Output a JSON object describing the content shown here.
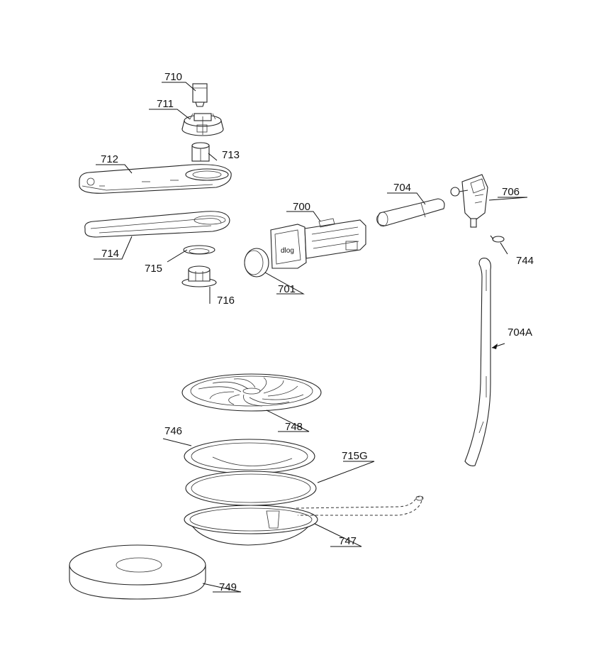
{
  "labels": {
    "p710": "710",
    "p711": "711",
    "p712": "712",
    "p713": "713",
    "p714": "714",
    "p715": "715",
    "p716": "716",
    "p700": "700",
    "p701": "701",
    "p704": "704",
    "p706": "706",
    "p744": "744",
    "p704A": "704A",
    "p748": "748",
    "p746": "746",
    "p715G": "715G",
    "p747": "747",
    "p749": "749"
  }
}
